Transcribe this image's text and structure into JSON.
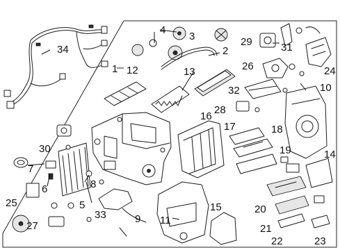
{
  "diagram": {
    "callouts": [
      {
        "id": "1",
        "text": "1"
      },
      {
        "id": "2",
        "text": "2"
      },
      {
        "id": "3",
        "text": "3"
      },
      {
        "id": "4",
        "text": "4"
      },
      {
        "id": "5",
        "text": "5"
      },
      {
        "id": "6",
        "text": "6"
      },
      {
        "id": "7",
        "text": "7"
      },
      {
        "id": "8",
        "text": "8"
      },
      {
        "id": "9",
        "text": "9"
      },
      {
        "id": "10",
        "text": "10"
      },
      {
        "id": "11",
        "text": "11"
      },
      {
        "id": "12",
        "text": "12"
      },
      {
        "id": "13",
        "text": "13"
      },
      {
        "id": "14",
        "text": "14"
      },
      {
        "id": "15",
        "text": "15"
      },
      {
        "id": "16",
        "text": "16"
      },
      {
        "id": "17",
        "text": "17"
      },
      {
        "id": "18",
        "text": "18"
      },
      {
        "id": "19",
        "text": "19"
      },
      {
        "id": "20",
        "text": "20"
      },
      {
        "id": "21",
        "text": "21"
      },
      {
        "id": "22",
        "text": "22"
      },
      {
        "id": "23",
        "text": "23"
      },
      {
        "id": "24",
        "text": "24"
      },
      {
        "id": "25",
        "text": "25"
      },
      {
        "id": "26",
        "text": "26"
      },
      {
        "id": "27",
        "text": "27"
      },
      {
        "id": "28",
        "text": "28"
      },
      {
        "id": "29",
        "text": "29"
      },
      {
        "id": "30",
        "text": "30"
      },
      {
        "id": "31",
        "text": "31"
      },
      {
        "id": "32",
        "text": "32"
      },
      {
        "id": "33",
        "text": "33"
      },
      {
        "id": "34",
        "text": "34"
      }
    ]
  }
}
